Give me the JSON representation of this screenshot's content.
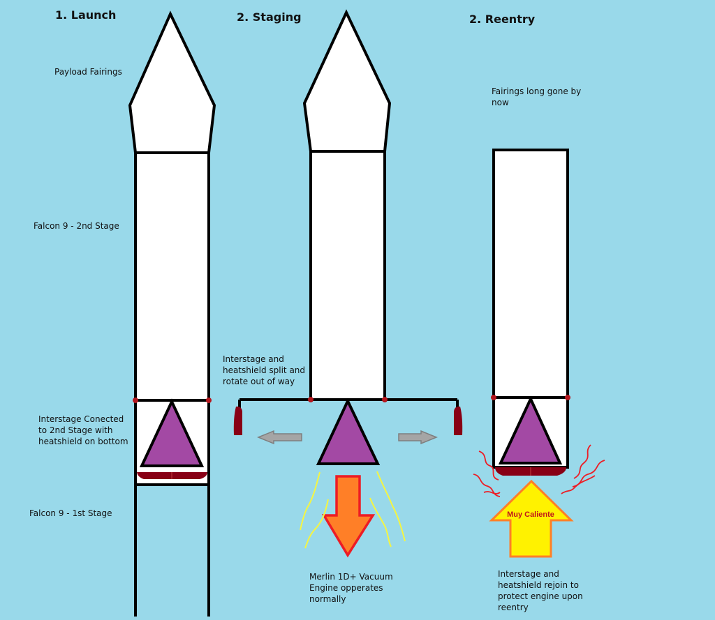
{
  "titles": {
    "launch": "1. Launch",
    "staging": "2. Staging",
    "reentry": "2. Reentry"
  },
  "labels": {
    "payload_fairings": "Payload Fairings",
    "second_stage": "Falcon 9 - 2nd Stage",
    "interstage_connected": "Interstage Conected\nto 2nd Stage with\nheatshield on bottom",
    "first_stage": "Falcon 9 - 1st Stage",
    "interstage_split": "Interstage and\nheatshield split and\nrotate out of way",
    "merlin": "Merlin 1D+ Vacuum\nEngine opperates\nnormally",
    "fairings_gone": "Fairings long gone by\nnow",
    "rejoin": "Interstage and\nheatshield rejoin to\nprotect engine upon\nreentry",
    "muy_caliente": "Muy Caliente"
  },
  "colors": {
    "background": "#99d9ea",
    "body": "#ffffff",
    "outline": "#000000",
    "engine": "#a349a4",
    "heatshield": "#880015",
    "joint": "#b5171e",
    "thrust_arrow": "#ff7f27",
    "thrust_outline": "#ed1c24",
    "heat_arrow": "#fff200",
    "heat_outline": "#ff7f27",
    "heat_lines": "#ed1c24",
    "exhaust_lines": "#f5f542",
    "move_arrows": "#a5a5a5"
  }
}
